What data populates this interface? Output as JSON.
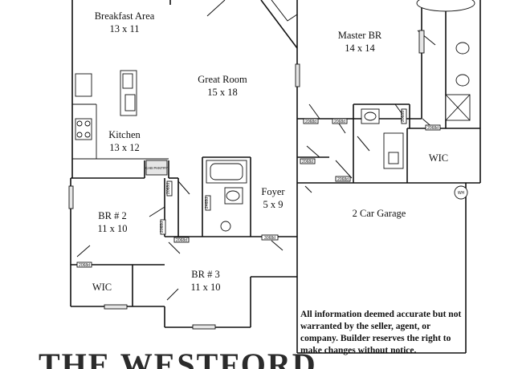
{
  "plan": {
    "title": "THE WESTFORD",
    "rooms": {
      "breakfast": {
        "name": "Breakfast Area",
        "size": "13 x 11"
      },
      "great_room": {
        "name": "Great Room",
        "size": "15 x 18"
      },
      "master": {
        "name": "Master BR",
        "size": "14 x 14"
      },
      "kitchen": {
        "name": "Kitchen",
        "size": "13 x 12"
      },
      "foyer": {
        "name": "Foyer",
        "size": "5 x 9"
      },
      "garage": {
        "name": "2 Car Garage",
        "size": ""
      },
      "br2": {
        "name": "BR # 2",
        "size": "11 x 10"
      },
      "br3": {
        "name": "BR # 3",
        "size": "11 x 10"
      },
      "wic_right": {
        "name": "WIC"
      },
      "wic_left": {
        "name": "WIC"
      }
    },
    "tags": {
      "cab_pantry": "CAB PANTRY",
      "water_heater": "WH",
      "door_2068_a": "2068d",
      "door_2068_b": "2068d",
      "door_2068_c": "2068d",
      "door_2068_d": "2068d",
      "door_2068_e": "2068d",
      "door_2068_f": "2068d",
      "door_2068_g": "2068d",
      "door_2068_h": "2068d",
      "door_2468": "2468d",
      "door_3068": "3068d",
      "door_2068_i": "2068d",
      "door_2068_j": "2068d"
    },
    "disclaimer": [
      "All information deemed accurate but not",
      "warranted by the seller, agent, or",
      "company.  Builder reserves the right to",
      "make changes without notice."
    ]
  }
}
